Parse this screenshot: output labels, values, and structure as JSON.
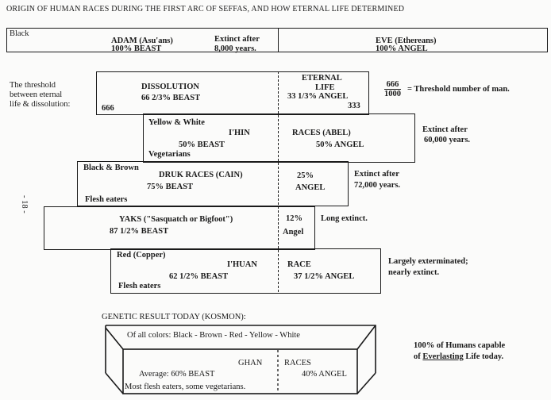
{
  "title": "ORIGIN OF HUMAN RACES DURING THE FIRST ARC OF SEFFAS, AND HOW ETERNAL LIFE DETERMINED",
  "page_number": "- 18 -",
  "adam": {
    "color": "Black",
    "name": "ADAM (Asu'ans)",
    "beast": "100% BEAST",
    "note1": "Extinct after",
    "note2": "8,000 years."
  },
  "eve": {
    "name": "EVE (Ethereans)",
    "angel": "100% ANGEL"
  },
  "threshold": {
    "label1": "The threshold",
    "label2": "between eternal",
    "label3": "life & dissolution:",
    "beast_number": "666",
    "dissolution": "DISSOLUTION",
    "beast": "66 2/3% BEAST",
    "eternal1": "ETERNAL",
    "eternal2": "LIFE",
    "angel": "33 1/3% ANGEL",
    "angel_number": "333",
    "frac_top": "666",
    "frac_bottom": "1000",
    "frac_note": "= Threshold number of man."
  },
  "ihin": {
    "color": "Yellow & White",
    "name_left": "I'HIN",
    "beast": "50% BEAST",
    "diet": "Vegetarians",
    "name_right": "RACES  (ABEL)",
    "angel": "50% ANGEL",
    "note1": "Extinct after",
    "note2": "60,000 years."
  },
  "druk": {
    "color": "Black & Brown",
    "name": "DRUK RACES  (CAIN)",
    "beast": "75% BEAST",
    "diet": "Flesh eaters",
    "angel1": "25%",
    "angel2": "ANGEL",
    "note1": "Extinct after",
    "note2": "72,000 years."
  },
  "yaks": {
    "name": "YAKS (\"Sasquatch or Bigfoot\")",
    "beast": "87 1/2% BEAST",
    "angel1": "12%",
    "angel2": "Angel",
    "note": "Long extinct."
  },
  "ihuan": {
    "color": "Red (Copper)",
    "name_left": "I'HUAN",
    "beast": "62 1/2% BEAST",
    "diet": "Flesh eaters",
    "name_right": "RACE",
    "angel": "37 1/2% ANGEL",
    "note1": "Largely exterminated;",
    "note2": "nearly extinct."
  },
  "kosmon": {
    "heading": "GENETIC RESULT TODAY (KOSMON):",
    "colors": "Of all colors:   Black - Brown - Red - Yellow - White",
    "name_left": "GHAN",
    "name_right": "RACES",
    "beast": "Average:   60% BEAST",
    "angel": "40% ANGEL",
    "diet": "Most flesh eaters, some vegetarians.",
    "note1": "100% of Humans capable",
    "note2_pre": "of ",
    "note2_u": "Everlasting",
    "note2_post": " Life today."
  }
}
